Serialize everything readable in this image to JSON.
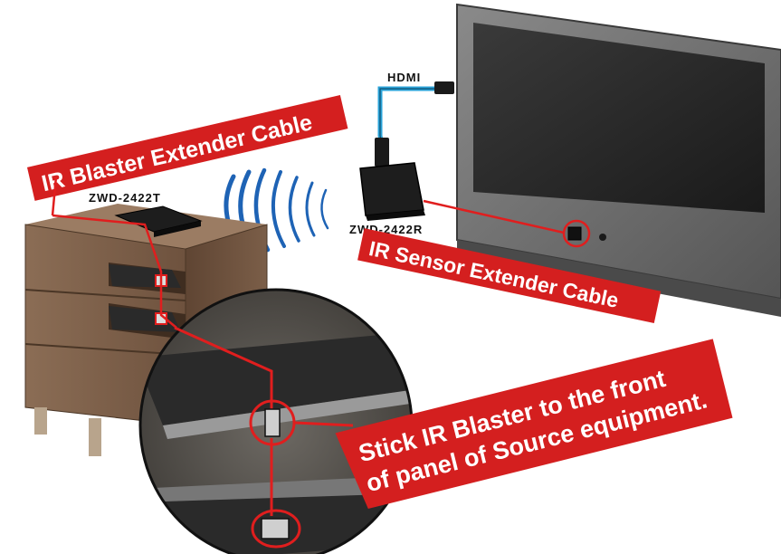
{
  "colors": {
    "banner_red": "#d41f1f",
    "cable_red": "#e01e1e",
    "hdmi_blue": "#2aa3d8",
    "wave_blue": "#1e63b5",
    "cabinet_wood": "#7a5e48",
    "tv_frame": "#6d6d6d",
    "tv_screen": "#2b2b2b"
  },
  "labels": {
    "hdmi": "HDMI",
    "transmitter_model": "ZWD-2422T",
    "receiver_model": "ZWD-2422R"
  },
  "banners": {
    "ir_blaster": "IR Blaster Extender Cable",
    "ir_sensor": "IR Sensor Extender Cable",
    "stick_line1": "Stick IR Blaster to the front",
    "stick_line2": "of panel of Source equipment."
  },
  "icons": {
    "wireless": "wireless-waves-icon",
    "transmitter": "transmitter-device-icon",
    "receiver": "receiver-device-icon",
    "tv": "tv-icon"
  }
}
